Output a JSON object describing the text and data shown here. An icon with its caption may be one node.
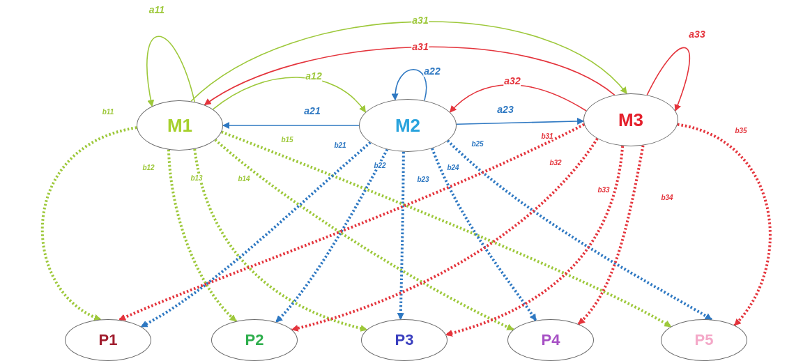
{
  "diagram": {
    "nodes": [
      {
        "text": [
          "M1"
        ]
      },
      {
        "text": [
          "M2"
        ]
      },
      {
        "text": [
          "M3"
        ]
      },
      {
        "text": [
          "P1"
        ]
      },
      {
        "text": [
          "P2"
        ]
      },
      {
        "text": [
          "P3"
        ]
      },
      {
        "text": [
          "P4"
        ]
      },
      {
        "text": [
          "P5"
        ]
      }
    ],
    "edges": [
      {
        "from": 0,
        "to": 0,
        "arrow": "to",
        "label": "a11",
        "color": "#9dc83a"
      },
      {
        "from": 0,
        "to": 1,
        "arrow": "to",
        "label": "a12",
        "color": "#9dc83a"
      },
      {
        "from": 1,
        "to": 0,
        "arrow": "to",
        "label": "a21",
        "color": "#2e78c2"
      },
      {
        "from": 1,
        "to": 1,
        "arrow": "to",
        "label": "a22",
        "color": "#2e78c2"
      },
      {
        "from": 1,
        "to": 2,
        "arrow": "to",
        "label": "a23",
        "color": "#2e78c2"
      },
      {
        "from": 0,
        "to": 2,
        "arrow": "to",
        "label": "a31",
        "color": "#9dc83a"
      },
      {
        "from": 2,
        "to": 0,
        "arrow": "to",
        "label": "a31",
        "color": "#e4343c"
      },
      {
        "from": 2,
        "to": 1,
        "arrow": "to",
        "label": "a32",
        "color": "#e4343c"
      },
      {
        "from": 2,
        "to": 2,
        "arrow": "to",
        "label": "a33",
        "color": "#e4343c"
      },
      {
        "from": 0,
        "to": 3,
        "arrow": "to",
        "label": "b11",
        "style": "dashed",
        "color": "#9dc83a"
      },
      {
        "from": 0,
        "to": 4,
        "arrow": "to",
        "label": "b12",
        "style": "dashed",
        "color": "#9dc83a"
      },
      {
        "from": 0,
        "to": 5,
        "arrow": "to",
        "label": "b13",
        "style": "dashed",
        "color": "#9dc83a"
      },
      {
        "from": 0,
        "to": 6,
        "arrow": "to",
        "label": "b14",
        "style": "dashed",
        "color": "#9dc83a"
      },
      {
        "from": 0,
        "to": 7,
        "arrow": "to",
        "label": "b15",
        "style": "dashed",
        "color": "#9dc83a"
      },
      {
        "from": 1,
        "to": 3,
        "arrow": "to",
        "label": "b21",
        "style": "dashed",
        "color": "#2e78c2"
      },
      {
        "from": 1,
        "to": 4,
        "arrow": "to",
        "label": "b22",
        "style": "dashed",
        "color": "#2e78c2"
      },
      {
        "from": 1,
        "to": 5,
        "arrow": "to",
        "label": "b23",
        "style": "dashed",
        "color": "#2e78c2"
      },
      {
        "from": 1,
        "to": 6,
        "arrow": "to",
        "label": "b24",
        "style": "dashed",
        "color": "#2e78c2"
      },
      {
        "from": 1,
        "to": 7,
        "arrow": "to",
        "label": "b25",
        "style": "dashed",
        "color": "#2e78c2"
      },
      {
        "from": 2,
        "to": 3,
        "arrow": "to",
        "label": "b31",
        "style": "dashed",
        "color": "#e4343c"
      },
      {
        "from": 2,
        "to": 4,
        "arrow": "to",
        "label": "b32",
        "style": "dashed",
        "color": "#e4343c"
      },
      {
        "from": 2,
        "to": 5,
        "arrow": "to",
        "label": "b33",
        "style": "dashed",
        "color": "#e4343c"
      },
      {
        "from": 2,
        "to": 6,
        "arrow": "to",
        "label": "b34",
        "style": "dashed",
        "color": "#e4343c"
      },
      {
        "from": 2,
        "to": 7,
        "arrow": "to",
        "label": "b35",
        "style": "dashed",
        "color": "#e4343c"
      }
    ]
  }
}
